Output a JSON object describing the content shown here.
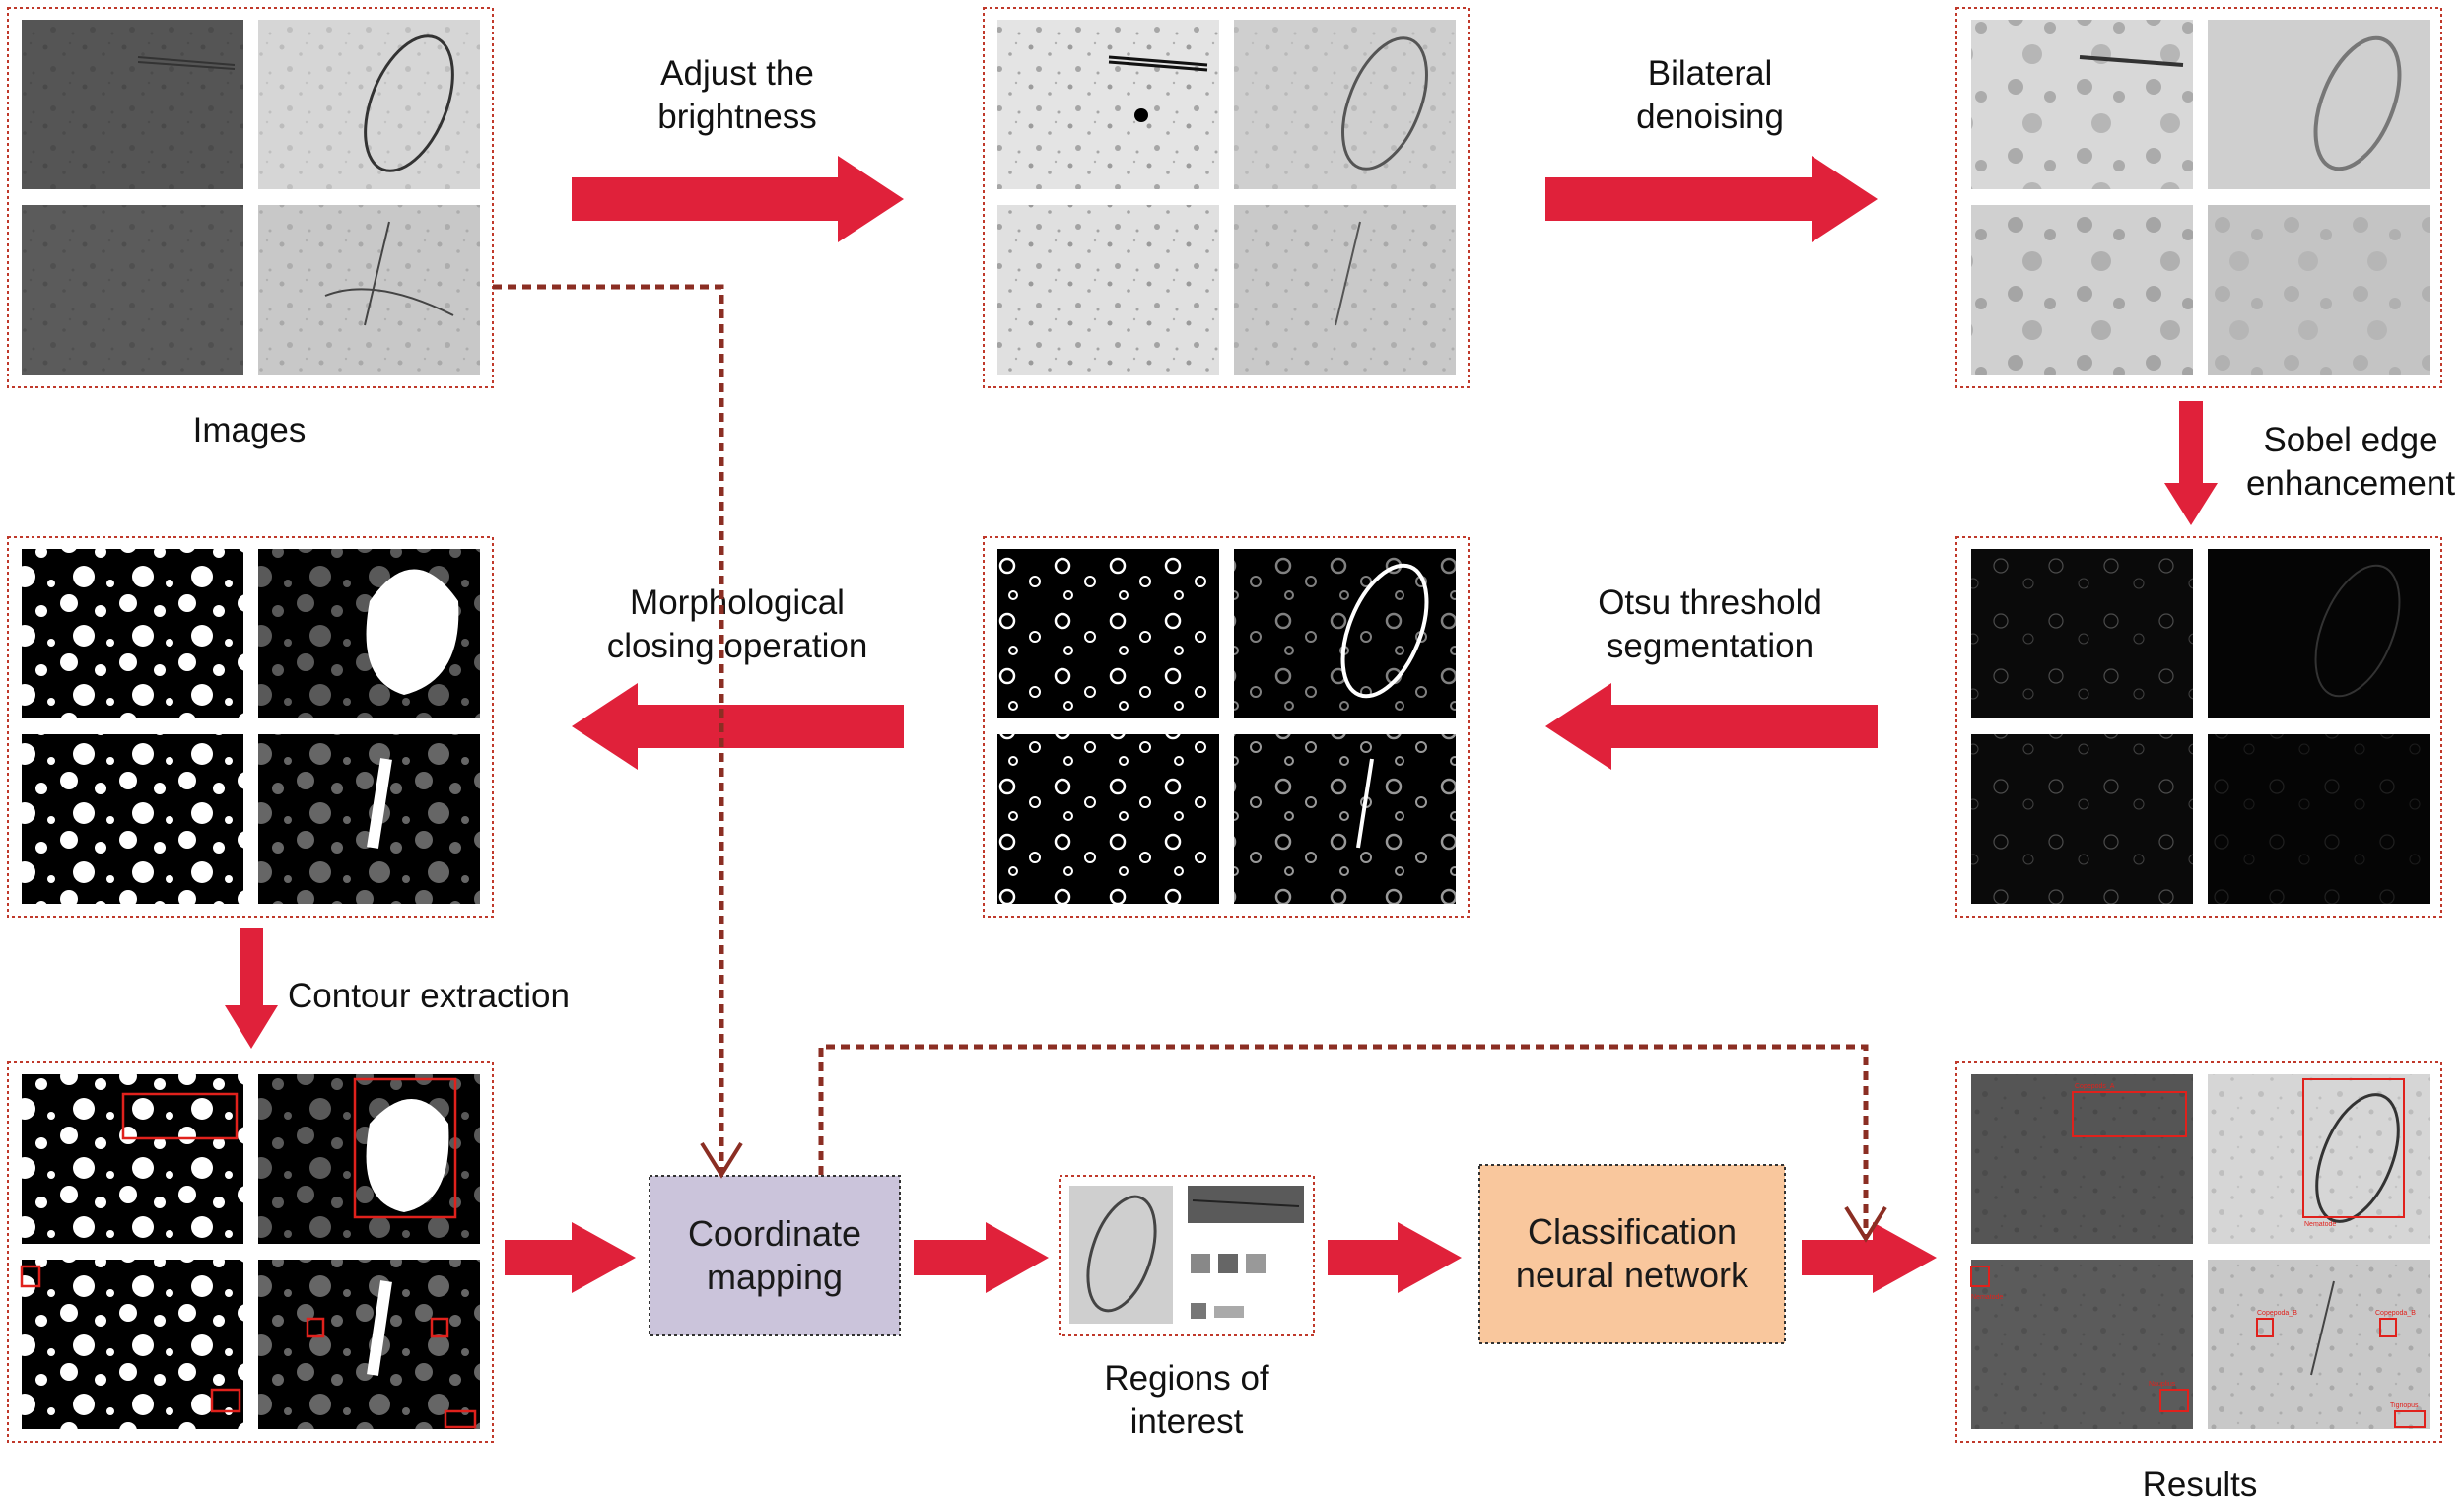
{
  "labels": {
    "images": "Images",
    "adjust_1": "Adjust the",
    "adjust_2": "brightness",
    "bilateral_1": "Bilateral",
    "bilateral_2": "denoising",
    "sobel_1": "Sobel edge",
    "sobel_2": "enhancement",
    "otsu_1": "Otsu threshold",
    "otsu_2": "segmentation",
    "morph_1": "Morphological",
    "morph_2": "closing operation",
    "contour": "Contour extraction",
    "roi_1": "Regions of",
    "roi_2": "interest",
    "results": "Results"
  },
  "boxes": {
    "coord_1": "Coordinate",
    "coord_2": "mapping",
    "class_1": "Classification",
    "class_2": "neural network"
  },
  "result_tags": {
    "t1": "Copepods_A",
    "t2": "Nematode",
    "t3": "Copepoda_B",
    "t4": "Copepoda_B",
    "t5": "Nematode",
    "t6": "Tigriopus",
    "t7": "Nauplius"
  },
  "colors": {
    "flow_arrow": "#e0213a",
    "dotted_link": "#8b2e23",
    "panel_border": "#c0392b",
    "coord_fill": "#cbc4db",
    "class_fill": "#f9c79d",
    "detection_box": "#e0211c"
  }
}
